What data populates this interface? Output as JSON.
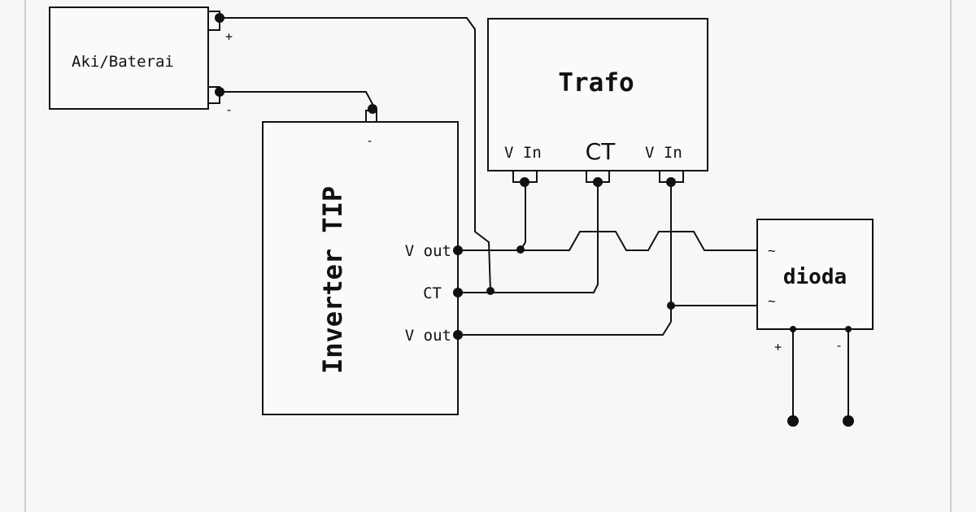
{
  "blocks": {
    "battery": {
      "label": "Aki/Baterai",
      "plus": "+",
      "minus": "-"
    },
    "inverter": {
      "label": "Inverter TIP",
      "minus": "-",
      "vout1": "V out",
      "ct": "CT",
      "vout2": "V out"
    },
    "trafo": {
      "label": "Trafo",
      "vin1": "V In",
      "ct": "CT",
      "vin2": "V In"
    },
    "dioda": {
      "label": "dioda",
      "ac1": "~",
      "ac2": "~",
      "plus": "+",
      "minus": "-"
    }
  },
  "colors": {
    "line": "#111111",
    "border": "#d0d0d0",
    "background": "#f7f7f7",
    "box_fill": "#fafafa"
  }
}
